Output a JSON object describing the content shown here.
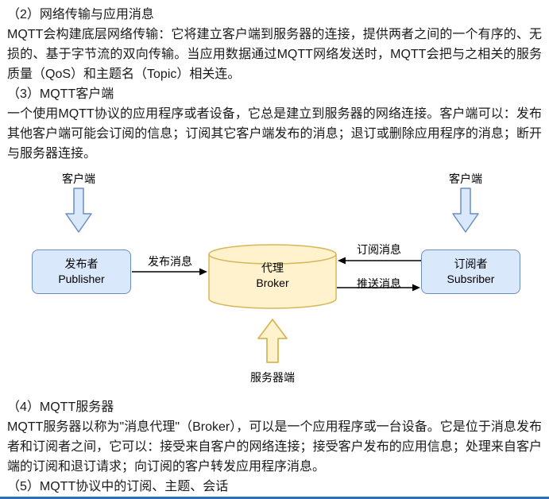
{
  "sections": {
    "s2_heading": "（2）网络传输与应用消息",
    "s2_body": "MQTT会构建底层网络传输：它将建立客户端到服务器的连接，提供两者之间的一个有序的、无损的、基于字节流的双向传输。当应用数据通过MQTT网络发送时，MQTT会把与之相关的服务质量（QoS）和主题名（Topic）相关连。",
    "s3_heading": "（3）MQTT客户端",
    "s3_body": "一个使用MQTT协议的应用程序或者设备，它总是建立到服务器的网络连接。客户端可以：发布其他客户端可能会订阅的信息；订阅其它客户端发布的消息；退订或删除应用程序的消息；断开与服务器连接。",
    "s4_heading": "（4）MQTT服务器",
    "s4_body": "MQTT服务器以称为\"消息代理\"（Broker），可以是一个应用程序或一台设备。它是位于消息发布者和订阅者之间，它可以：接受来自客户的网络连接；接受客户发布的应用信息；处理来自客户端的订阅和退订请求；向订阅的客户转发应用程序消息。",
    "s5_heading": "（5）MQTT协议中的订阅、主题、会话"
  },
  "diagram": {
    "client_left": "客户端",
    "client_right": "客户端",
    "publisher": {
      "line1": "发布者",
      "line2": "Publisher"
    },
    "broker": {
      "line1": "代理",
      "line2": "Broker"
    },
    "subscriber": {
      "line1": "订阅者",
      "line2": "Subsriber"
    },
    "publish_label": "发布消息",
    "subscribe_label": "订阅消息",
    "push_label": "推送消息",
    "server_label": "服务器端"
  },
  "colors": {
    "node_fill": "#dae8fc",
    "node_border": "#6c8ebf",
    "broker_fill": "#fff2cc",
    "broker_border": "#d6b656",
    "bottom_bar": "#2673bd"
  }
}
